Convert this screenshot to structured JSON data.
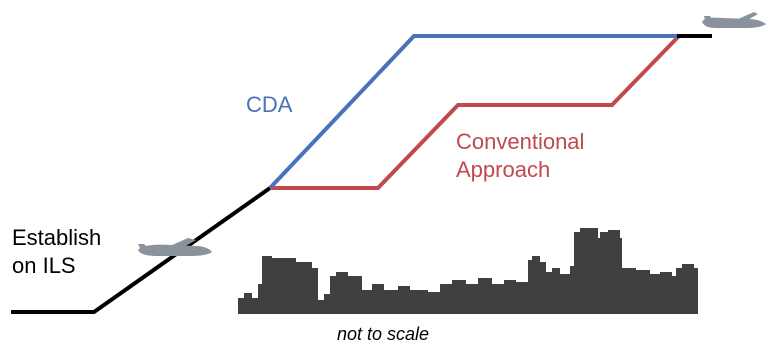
{
  "labels": {
    "cda": "CDA",
    "conventional_line1": "Conventional",
    "conventional_line2": "Approach",
    "establish_line1": "Establish",
    "establish_line2": "on ILS",
    "footnote": "not to scale"
  },
  "colors": {
    "cda": "#4a72b8",
    "conventional": "#c0494b",
    "ils": "#000000",
    "skyline": "#404040",
    "aircraft": "#8a939c",
    "text": "#000000"
  },
  "icons": {
    "aircraft_low": "airplane-icon",
    "aircraft_high": "airplane-icon",
    "city": "city-skyline-icon"
  }
}
